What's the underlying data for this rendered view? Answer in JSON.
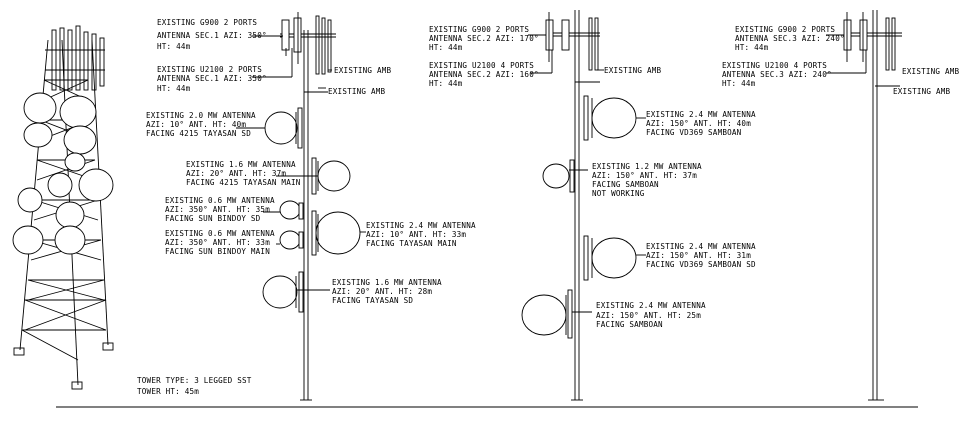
{
  "tower_info": {
    "type": "TOWER TYPE: 3 LEGGED SST",
    "height": "TOWER HT: 45m"
  },
  "sector1": {
    "g900": [
      "EXISTING G900 2 PORTS",
      "ANTENNA SEC.1 AZI: 350°",
      "HT: 44m"
    ],
    "u2100": [
      "EXISTING U2100 2 PORTS",
      "ANTENNA SEC.1 AZI: 350°",
      "HT: 44m"
    ],
    "amb1": "EXISTING AMB",
    "amb2": "EXISTING AMB",
    "mw1": [
      "EXISTING 2.0 MW ANTENNA",
      "AZI: 10° ANT. HT: 40m",
      "FACING 4215 TAYASAN SD"
    ],
    "mw2": [
      "EXISTING 1.6 MW ANTENNA",
      "AZI: 20° ANT. HT: 37m",
      "FACING 4215 TAYASAN MAIN"
    ],
    "mw3": [
      "EXISTING 0.6 MW ANTENNA",
      "AZI: 350° ANT. HT: 35m",
      "FACING SUN BINDOY SD"
    ],
    "mw4": [
      "EXISTING 0.6 MW ANTENNA",
      "AZI: 350° ANT. HT: 33m",
      "FACING   SUN BINDOY MAIN"
    ],
    "mw5": [
      "EXISTING 2.4 MW ANTENNA",
      "AZI: 10° ANT. HT: 33m",
      "FACING   TAYASAN MAIN"
    ],
    "mw6": [
      "EXISTING 1.6 MW ANTENNA",
      "AZI: 20° ANT. HT: 28m",
      "FACING TAYASAN SD"
    ]
  },
  "sector2": {
    "g900": [
      "EXISTING G900 2 PORTS",
      "ANTENNA SEC.2 AZI: 170°",
      "HT: 44m"
    ],
    "u2100": [
      "EXISTING U2100 4 PORTS",
      "ANTENNA SEC.2 AZI: 160°",
      "HT: 44m"
    ],
    "amb1": "EXISTING AMB",
    "mw1": [
      "EXISTING 2.4 MW ANTENNA",
      "AZI: 150° ANT. HT: 40m",
      "FACING VD369 SAMBOAN"
    ],
    "mw2": [
      "EXISTING 1.2 MW ANTENNA",
      "AZI: 150° ANT. HT: 37m",
      "FACING   SAMBOAN",
      "NOT WORKING"
    ],
    "mw3": [
      "EXISTING 2.4 MW ANTENNA",
      "AZI: 150° ANT. HT: 31m",
      "FACING VD369 SAMBOAN SD"
    ],
    "mw4": [
      "EXISTING 2.4 MW ANTENNA",
      "AZI: 150° ANT. HT: 25m",
      "FACING SAMBOAN"
    ]
  },
  "sector3": {
    "g900": [
      "EXISTING G900 2 PORTS",
      "ANTENNA SEC.3 AZI: 240°",
      "HT: 44m"
    ],
    "u2100": [
      "EXISTING U2100 4 PORTS",
      "ANTENNA SEC.3 AZI: 240°",
      "HT: 44m"
    ],
    "amb1": "EXISTING AMB",
    "amb2": "EXISTING AMB"
  }
}
